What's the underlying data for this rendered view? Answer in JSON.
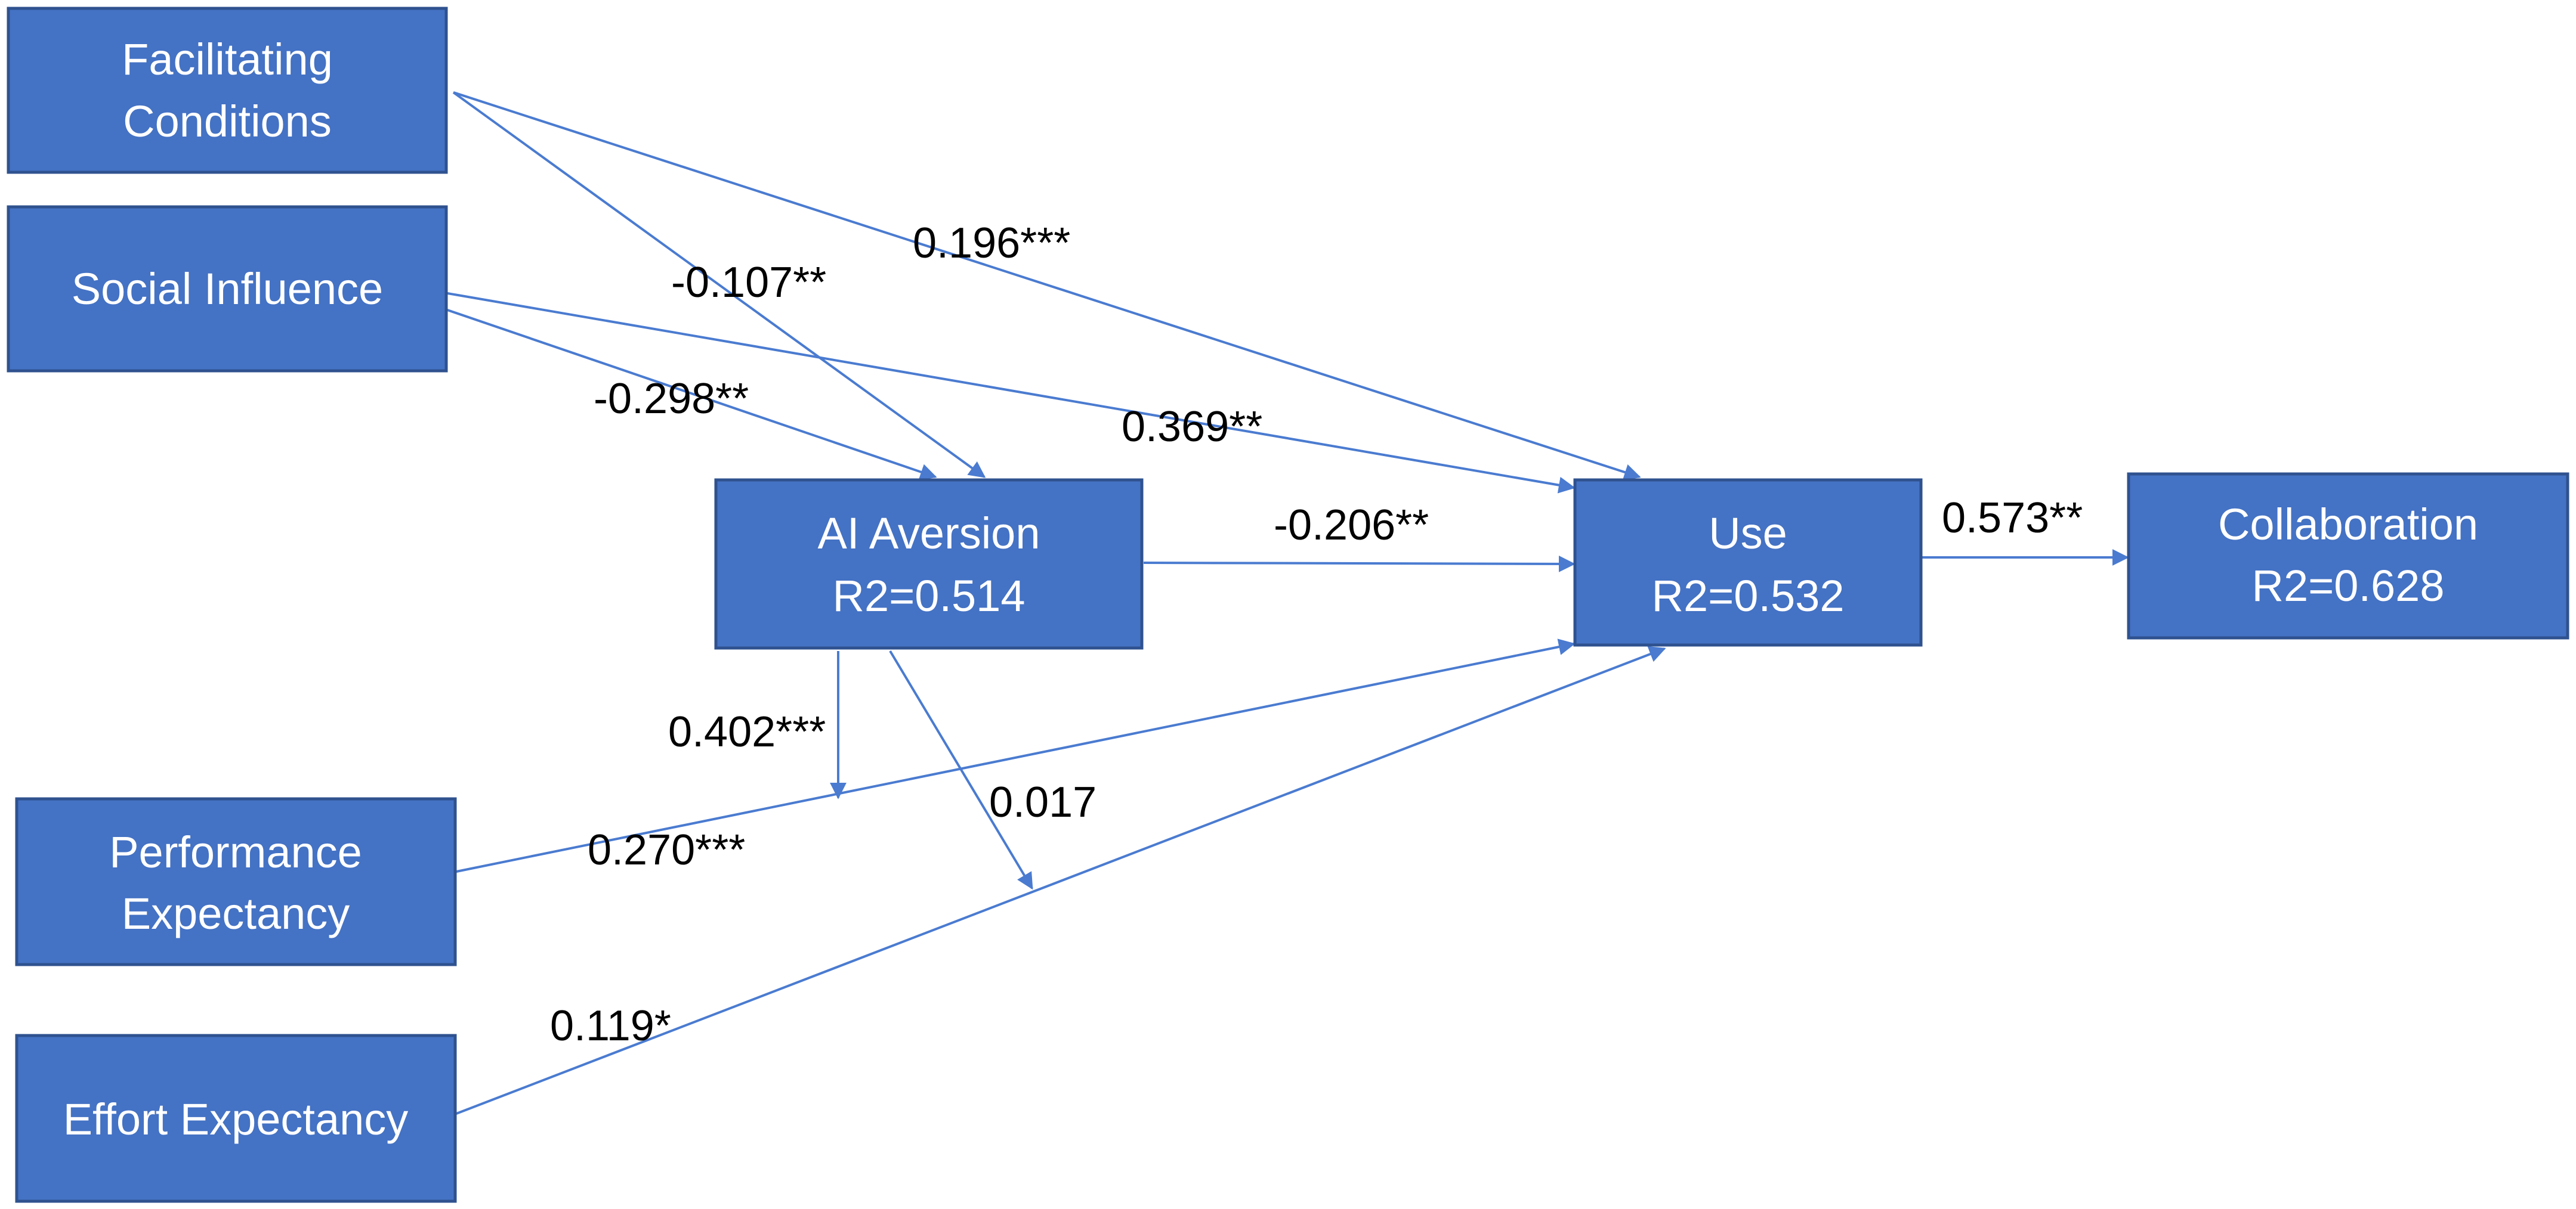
{
  "nodes": {
    "facilitating_conditions": {
      "lines": [
        "Facilitating",
        "Conditions"
      ]
    },
    "social_influence": {
      "lines": [
        "Social Influence"
      ]
    },
    "ai_aversion": {
      "lines": [
        "AI Aversion",
        "R2=0.514"
      ]
    },
    "use": {
      "lines": [
        "Use",
        "R2=0.532"
      ]
    },
    "collaboration": {
      "lines": [
        "Collaboration",
        "R2=0.628"
      ]
    },
    "performance_expectancy": {
      "lines": [
        "Performance",
        "Expectancy"
      ]
    },
    "effort_expectancy": {
      "lines": [
        "Effort Expectancy"
      ]
    }
  },
  "edges": [
    {
      "from": "facilitating_conditions",
      "to": "ai_aversion",
      "label": "-0.107**"
    },
    {
      "from": "facilitating_conditions",
      "to": "use",
      "label": "0.196***"
    },
    {
      "from": "social_influence",
      "to": "ai_aversion",
      "label": "-0.298**"
    },
    {
      "from": "social_influence",
      "to": "use",
      "label": "0.369**"
    },
    {
      "from": "ai_aversion",
      "to": "use",
      "label": "-0.206**"
    },
    {
      "from": "use",
      "to": "collaboration",
      "label": "0.573**"
    },
    {
      "from": "performance_expectancy",
      "to": "use",
      "label": "0.270***"
    },
    {
      "from": "effort_expectancy",
      "to": "use",
      "label": "0.119*"
    },
    {
      "from": "ai_aversion",
      "to": "performance_expectancy_to_use_path",
      "label": "0.402***"
    },
    {
      "from": "ai_aversion",
      "to": "effort_expectancy_to_use_path",
      "label": "0.017"
    }
  ],
  "colors": {
    "node_fill": "#4472c4",
    "node_border": "#2f528f",
    "edge": "#4a7bd0",
    "label": "#000000"
  }
}
